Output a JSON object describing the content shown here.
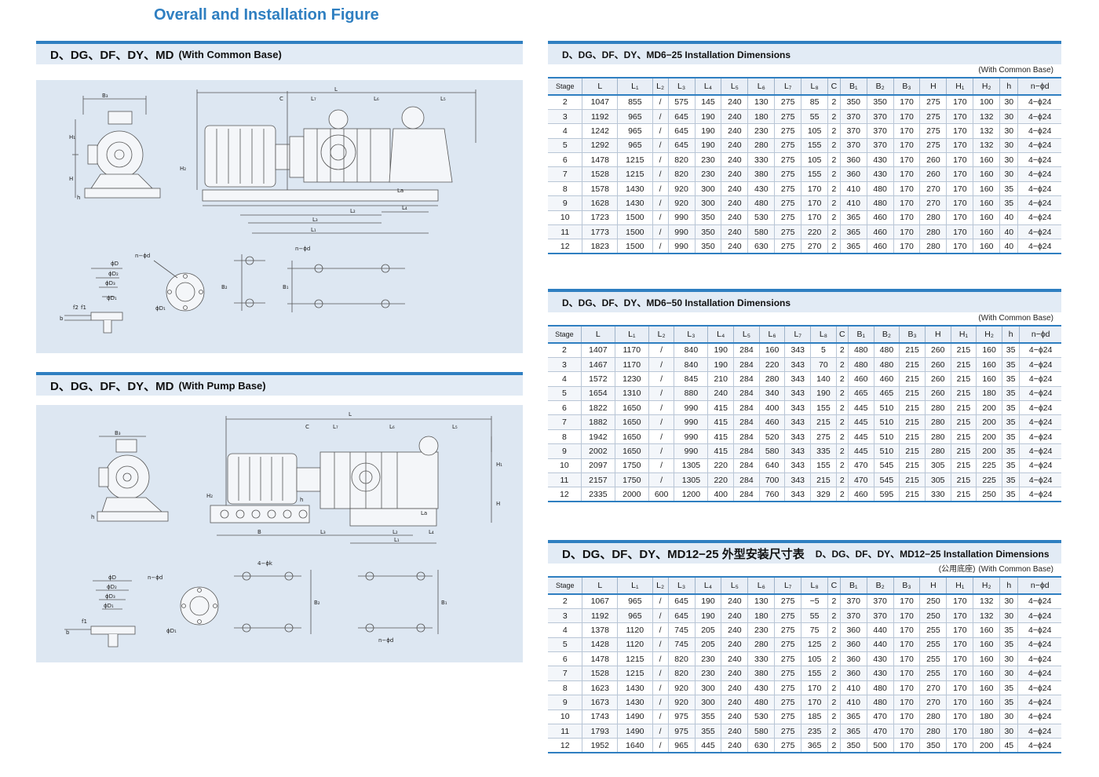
{
  "page_title": "Overall and Installation Figure",
  "left_sections": [
    {
      "title": "D、DG、DF、DY、MD",
      "subtitle": "(With Common Base)"
    },
    {
      "title": "D、DG、DF、DY、MD",
      "subtitle": "(With Pump Base)"
    }
  ],
  "figure_labels": {
    "B3": "B₃",
    "H1": "H₁",
    "H": "H",
    "h": "h",
    "H2": "H₂",
    "L": "L",
    "C": "C",
    "L7": "L₇",
    "L6": "L₆",
    "L5": "L₅",
    "La": "La",
    "L2": "L₂",
    "L4": "L₄",
    "L3": "L₃",
    "L1": "L₁",
    "B": "B",
    "phiD": "ϕD",
    "phiD2": "ϕD₂",
    "phiD3": "ϕD₃",
    "phiD1": "ϕD₁",
    "f2": "f2",
    "f1": "f1",
    "b": "b",
    "nphid": "n−ϕd",
    "B2": "B₂",
    "B1": "B₁",
    "fourphik": "4−ϕk"
  },
  "columns": [
    "Stage",
    "L",
    "L₁",
    "L₂",
    "L₃",
    "L₄",
    "L₅",
    "L₆",
    "L₇",
    "L₈",
    "C",
    "B₁",
    "B₂",
    "B₃",
    "H",
    "H₁",
    "H₂",
    "h",
    "n−ϕd"
  ],
  "tables": [
    {
      "title": "D、DG、DF、DY、MD6−25 Installation Dimensions",
      "note": "(With Common Base)",
      "rows": [
        [
          "2",
          "1047",
          "855",
          "/",
          "575",
          "145",
          "240",
          "130",
          "275",
          "85",
          "2",
          "350",
          "350",
          "170",
          "275",
          "170",
          "100",
          "30",
          "4−ϕ24"
        ],
        [
          "3",
          "1192",
          "965",
          "/",
          "645",
          "190",
          "240",
          "180",
          "275",
          "55",
          "2",
          "370",
          "370",
          "170",
          "275",
          "170",
          "132",
          "30",
          "4−ϕ24"
        ],
        [
          "4",
          "1242",
          "965",
          "/",
          "645",
          "190",
          "240",
          "230",
          "275",
          "105",
          "2",
          "370",
          "370",
          "170",
          "275",
          "170",
          "132",
          "30",
          "4−ϕ24"
        ],
        [
          "5",
          "1292",
          "965",
          "/",
          "645",
          "190",
          "240",
          "280",
          "275",
          "155",
          "2",
          "370",
          "370",
          "170",
          "275",
          "170",
          "132",
          "30",
          "4−ϕ24"
        ],
        [
          "6",
          "1478",
          "1215",
          "/",
          "820",
          "230",
          "240",
          "330",
          "275",
          "105",
          "2",
          "360",
          "430",
          "170",
          "260",
          "170",
          "160",
          "30",
          "4−ϕ24"
        ],
        [
          "7",
          "1528",
          "1215",
          "/",
          "820",
          "230",
          "240",
          "380",
          "275",
          "155",
          "2",
          "360",
          "430",
          "170",
          "260",
          "170",
          "160",
          "30",
          "4−ϕ24"
        ],
        [
          "8",
          "1578",
          "1430",
          "/",
          "920",
          "300",
          "240",
          "430",
          "275",
          "170",
          "2",
          "410",
          "480",
          "170",
          "270",
          "170",
          "160",
          "35",
          "4−ϕ24"
        ],
        [
          "9",
          "1628",
          "1430",
          "/",
          "920",
          "300",
          "240",
          "480",
          "275",
          "170",
          "2",
          "410",
          "480",
          "170",
          "270",
          "170",
          "160",
          "35",
          "4−ϕ24"
        ],
        [
          "10",
          "1723",
          "1500",
          "/",
          "990",
          "350",
          "240",
          "530",
          "275",
          "170",
          "2",
          "365",
          "460",
          "170",
          "280",
          "170",
          "160",
          "40",
          "4−ϕ24"
        ],
        [
          "11",
          "1773",
          "1500",
          "/",
          "990",
          "350",
          "240",
          "580",
          "275",
          "220",
          "2",
          "365",
          "460",
          "170",
          "280",
          "170",
          "160",
          "40",
          "4−ϕ24"
        ],
        [
          "12",
          "1823",
          "1500",
          "/",
          "990",
          "350",
          "240",
          "630",
          "275",
          "270",
          "2",
          "365",
          "460",
          "170",
          "280",
          "170",
          "160",
          "40",
          "4−ϕ24"
        ]
      ]
    },
    {
      "title": "D、DG、DF、DY、MD6−50 Installation Dimensions",
      "note": "(With Common Base)",
      "rows": [
        [
          "2",
          "1407",
          "1170",
          "/",
          "840",
          "190",
          "284",
          "160",
          "343",
          "5",
          "2",
          "480",
          "480",
          "215",
          "260",
          "215",
          "160",
          "35",
          "4−ϕ24"
        ],
        [
          "3",
          "1467",
          "1170",
          "/",
          "840",
          "190",
          "284",
          "220",
          "343",
          "70",
          "2",
          "480",
          "480",
          "215",
          "260",
          "215",
          "160",
          "35",
          "4−ϕ24"
        ],
        [
          "4",
          "1572",
          "1230",
          "/",
          "845",
          "210",
          "284",
          "280",
          "343",
          "140",
          "2",
          "460",
          "460",
          "215",
          "260",
          "215",
          "160",
          "35",
          "4−ϕ24"
        ],
        [
          "5",
          "1654",
          "1310",
          "/",
          "880",
          "240",
          "284",
          "340",
          "343",
          "190",
          "2",
          "465",
          "465",
          "215",
          "260",
          "215",
          "180",
          "35",
          "4−ϕ24"
        ],
        [
          "6",
          "1822",
          "1650",
          "/",
          "990",
          "415",
          "284",
          "400",
          "343",
          "155",
          "2",
          "445",
          "510",
          "215",
          "280",
          "215",
          "200",
          "35",
          "4−ϕ24"
        ],
        [
          "7",
          "1882",
          "1650",
          "/",
          "990",
          "415",
          "284",
          "460",
          "343",
          "215",
          "2",
          "445",
          "510",
          "215",
          "280",
          "215",
          "200",
          "35",
          "4−ϕ24"
        ],
        [
          "8",
          "1942",
          "1650",
          "/",
          "990",
          "415",
          "284",
          "520",
          "343",
          "275",
          "2",
          "445",
          "510",
          "215",
          "280",
          "215",
          "200",
          "35",
          "4−ϕ24"
        ],
        [
          "9",
          "2002",
          "1650",
          "/",
          "990",
          "415",
          "284",
          "580",
          "343",
          "335",
          "2",
          "445",
          "510",
          "215",
          "280",
          "215",
          "200",
          "35",
          "4−ϕ24"
        ],
        [
          "10",
          "2097",
          "1750",
          "/",
          "1305",
          "220",
          "284",
          "640",
          "343",
          "155",
          "2",
          "470",
          "545",
          "215",
          "305",
          "215",
          "225",
          "35",
          "4−ϕ24"
        ],
        [
          "11",
          "2157",
          "1750",
          "/",
          "1305",
          "220",
          "284",
          "700",
          "343",
          "215",
          "2",
          "470",
          "545",
          "215",
          "305",
          "215",
          "225",
          "35",
          "4−ϕ24"
        ],
        [
          "12",
          "2335",
          "2000",
          "600",
          "1200",
          "400",
          "284",
          "760",
          "343",
          "329",
          "2",
          "460",
          "595",
          "215",
          "330",
          "215",
          "250",
          "35",
          "4−ϕ24"
        ]
      ]
    },
    {
      "title_cn": "D、DG、DF、DY、MD12−25 外型安装尺寸表",
      "title": "D、DG、DF、DY、MD12−25 Installation Dimensions",
      "note_cn": "(公用底座)",
      "note": "(With Common Base)",
      "rows": [
        [
          "2",
          "1067",
          "965",
          "/",
          "645",
          "190",
          "240",
          "130",
          "275",
          "−5",
          "2",
          "370",
          "370",
          "170",
          "250",
          "170",
          "132",
          "30",
          "4−ϕ24"
        ],
        [
          "3",
          "1192",
          "965",
          "/",
          "645",
          "190",
          "240",
          "180",
          "275",
          "55",
          "2",
          "370",
          "370",
          "170",
          "250",
          "170",
          "132",
          "30",
          "4−ϕ24"
        ],
        [
          "4",
          "1378",
          "1120",
          "/",
          "745",
          "205",
          "240",
          "230",
          "275",
          "75",
          "2",
          "360",
          "440",
          "170",
          "255",
          "170",
          "160",
          "35",
          "4−ϕ24"
        ],
        [
          "5",
          "1428",
          "1120",
          "/",
          "745",
          "205",
          "240",
          "280",
          "275",
          "125",
          "2",
          "360",
          "440",
          "170",
          "255",
          "170",
          "160",
          "35",
          "4−ϕ24"
        ],
        [
          "6",
          "1478",
          "1215",
          "/",
          "820",
          "230",
          "240",
          "330",
          "275",
          "105",
          "2",
          "360",
          "430",
          "170",
          "255",
          "170",
          "160",
          "30",
          "4−ϕ24"
        ],
        [
          "7",
          "1528",
          "1215",
          "/",
          "820",
          "230",
          "240",
          "380",
          "275",
          "155",
          "2",
          "360",
          "430",
          "170",
          "255",
          "170",
          "160",
          "30",
          "4−ϕ24"
        ],
        [
          "8",
          "1623",
          "1430",
          "/",
          "920",
          "300",
          "240",
          "430",
          "275",
          "170",
          "2",
          "410",
          "480",
          "170",
          "270",
          "170",
          "160",
          "35",
          "4−ϕ24"
        ],
        [
          "9",
          "1673",
          "1430",
          "/",
          "920",
          "300",
          "240",
          "480",
          "275",
          "170",
          "2",
          "410",
          "480",
          "170",
          "270",
          "170",
          "160",
          "35",
          "4−ϕ24"
        ],
        [
          "10",
          "1743",
          "1490",
          "/",
          "975",
          "355",
          "240",
          "530",
          "275",
          "185",
          "2",
          "365",
          "470",
          "170",
          "280",
          "170",
          "180",
          "30",
          "4−ϕ24"
        ],
        [
          "11",
          "1793",
          "1490",
          "/",
          "975",
          "355",
          "240",
          "580",
          "275",
          "235",
          "2",
          "365",
          "470",
          "170",
          "280",
          "170",
          "180",
          "30",
          "4−ϕ24"
        ],
        [
          "12",
          "1952",
          "1640",
          "/",
          "965",
          "445",
          "240",
          "630",
          "275",
          "365",
          "2",
          "350",
          "500",
          "170",
          "350",
          "170",
          "200",
          "45",
          "4−ϕ24"
        ]
      ]
    }
  ],
  "colors": {
    "accent": "#2f7fc1",
    "panel": "#dde7f2",
    "header_bg": "#e2ebf5"
  }
}
